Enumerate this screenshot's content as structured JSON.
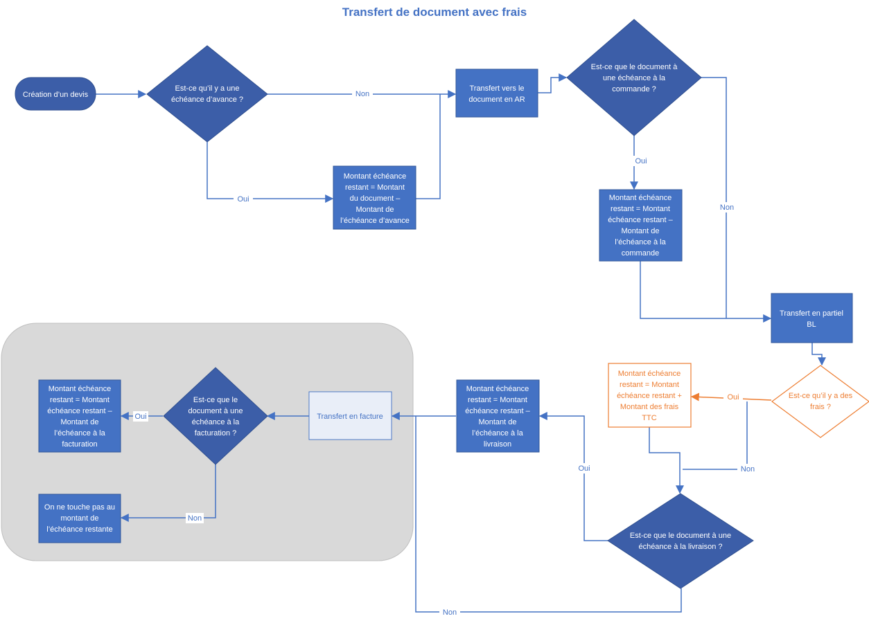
{
  "title": "Transfert de document avec frais",
  "colors": {
    "blue": "#4472c4",
    "dark_blue": "#3c5ea8",
    "orange": "#ed7d31",
    "line": "#4472c4",
    "group_bg": "#d9d9d9"
  },
  "nodes": {
    "start": [
      "Création d’un devis"
    ],
    "d_avance": [
      "Est-ce qu’il y a une",
      "échéance d’avance ?"
    ],
    "p_avance": [
      "Montant échéance",
      "restant = Montant",
      "du document –",
      "Montant de",
      "l’échéance d’avance"
    ],
    "p_transfert_ar": [
      "Transfert vers le",
      "document en AR"
    ],
    "d_commande": [
      "Est-ce que le document à",
      "une échéance à la",
      "commande ?"
    ],
    "p_commande": [
      "Montant échéance",
      "restant = Montant",
      "échéance restant  –",
      "Montant de",
      "l’échéance à la",
      "commande"
    ],
    "p_transfert_bl": [
      "Transfert en partiel",
      "BL"
    ],
    "d_frais": [
      "Est-ce qu’il y a des",
      "frais ?"
    ],
    "p_frais": [
      "Montant échéance",
      "restant = Montant",
      "échéance restant +",
      "Montant des frais",
      "TTC"
    ],
    "d_livraison": [
      "Est-ce que le document à une",
      "échéance à la livraison ?"
    ],
    "p_livraison": [
      "Montant échéance",
      "restant = Montant",
      "échéance restant  –",
      "Montant de",
      "l’échéance à la",
      "livraison"
    ],
    "p_facture": [
      "Transfert en facture"
    ],
    "d_facturation": [
      "Est-ce que le",
      "document à une",
      "échéance à la",
      "facturation ?"
    ],
    "p_facturation": [
      "Montant échéance",
      "restant = Montant",
      "échéance restant  –",
      "Montant de",
      "l’échéance à la",
      "facturation"
    ],
    "p_no_touch": [
      "On ne touche pas au",
      "montant de",
      "l’échéance restante"
    ]
  },
  "edge_labels": {
    "non_1": "Non",
    "oui_1": "Oui",
    "oui_2": "Oui",
    "non_2": "Non",
    "oui_3": "Oui",
    "non_3": "Non",
    "oui_4": "Oui",
    "non_4": "Non",
    "oui_5": "Oui",
    "non_5": "Non"
  }
}
